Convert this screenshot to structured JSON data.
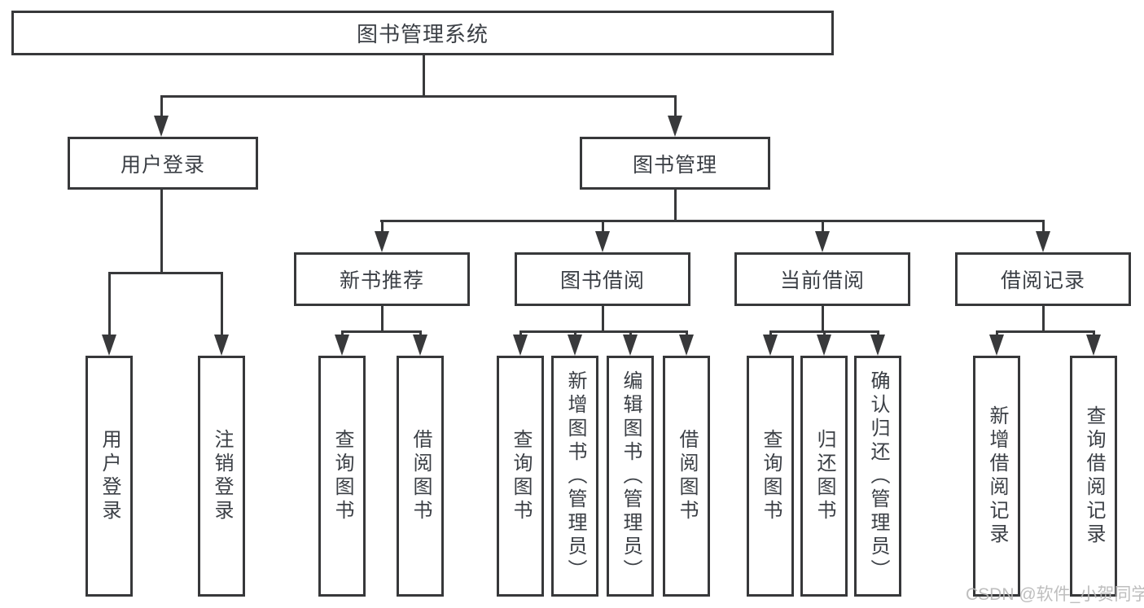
{
  "diagram": {
    "title": "图书管理系统",
    "level2": [
      {
        "label": "用户登录"
      },
      {
        "label": "图书管理"
      }
    ],
    "level3": [
      {
        "label": "新书推荐"
      },
      {
        "label": "图书借阅"
      },
      {
        "label": "当前借阅"
      },
      {
        "label": "借阅记录"
      }
    ],
    "leaves": [
      {
        "group": "用户登录",
        "items": [
          "用户登录",
          "注销登录"
        ]
      },
      {
        "group": "新书推荐",
        "items": [
          "查询图书",
          "借阅图书"
        ]
      },
      {
        "group": "图书借阅",
        "items": [
          "查询图书",
          "新增图书（管理员）",
          "编辑图书（管理员）",
          "借阅图书"
        ]
      },
      {
        "group": "当前借阅",
        "items": [
          "查询图书",
          "归还图书",
          "确认归还（管理员）"
        ]
      },
      {
        "group": "借阅记录",
        "items": [
          "新增借阅记录",
          "查询借阅记录"
        ]
      }
    ]
  },
  "watermark": "CSDN @软件_小贺同学",
  "colors": {
    "line": "#38393b",
    "text": "#3b3f45",
    "watermark": "#b7b7b7",
    "background": "#ffffff"
  }
}
